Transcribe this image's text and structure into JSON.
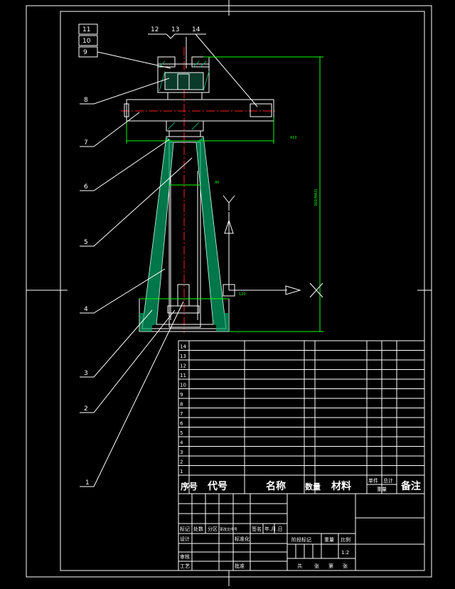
{
  "colors": {
    "background": "#000000",
    "lines": "#ffffff",
    "hatch": "#00a86b",
    "dimension": "#00ff00",
    "centerline": "#ff2020"
  },
  "top_callouts": [
    "12",
    "13",
    "14"
  ],
  "stack_labels": [
    "11",
    "10",
    "9"
  ],
  "side_callouts": [
    "8",
    "7",
    "6",
    "5",
    "4",
    "3",
    "2",
    "1"
  ],
  "dimensions": {
    "width": "410",
    "inner": "40",
    "height": "360(MAX)",
    "base": "120"
  },
  "axes": {
    "y": "Y",
    "x": "X"
  },
  "parts_list": {
    "row_numbers": [
      "14",
      "13",
      "12",
      "11",
      "10",
      "9",
      "8",
      "7",
      "6",
      "5",
      "4",
      "3",
      "2",
      "1"
    ],
    "headers": {
      "seq": "序号",
      "code": "代号",
      "name": "名称",
      "qty": "数量",
      "material": "材料",
      "unit_weight": "单件",
      "total_weight": "总计",
      "weight": "重量",
      "remarks": "备注"
    }
  },
  "title_block": {
    "rev_row": [
      "标记",
      "处数",
      "分区",
      "更改文件号",
      "签名",
      "年.月.日"
    ],
    "design": "设计",
    "standard": "标准化",
    "review": "审核",
    "process": "工艺",
    "approve": "批准",
    "stage_row": [
      "阶段标记",
      "重量",
      "比例"
    ],
    "scale": "1:2",
    "sheets": [
      "共",
      "张",
      "第",
      "张"
    ]
  }
}
